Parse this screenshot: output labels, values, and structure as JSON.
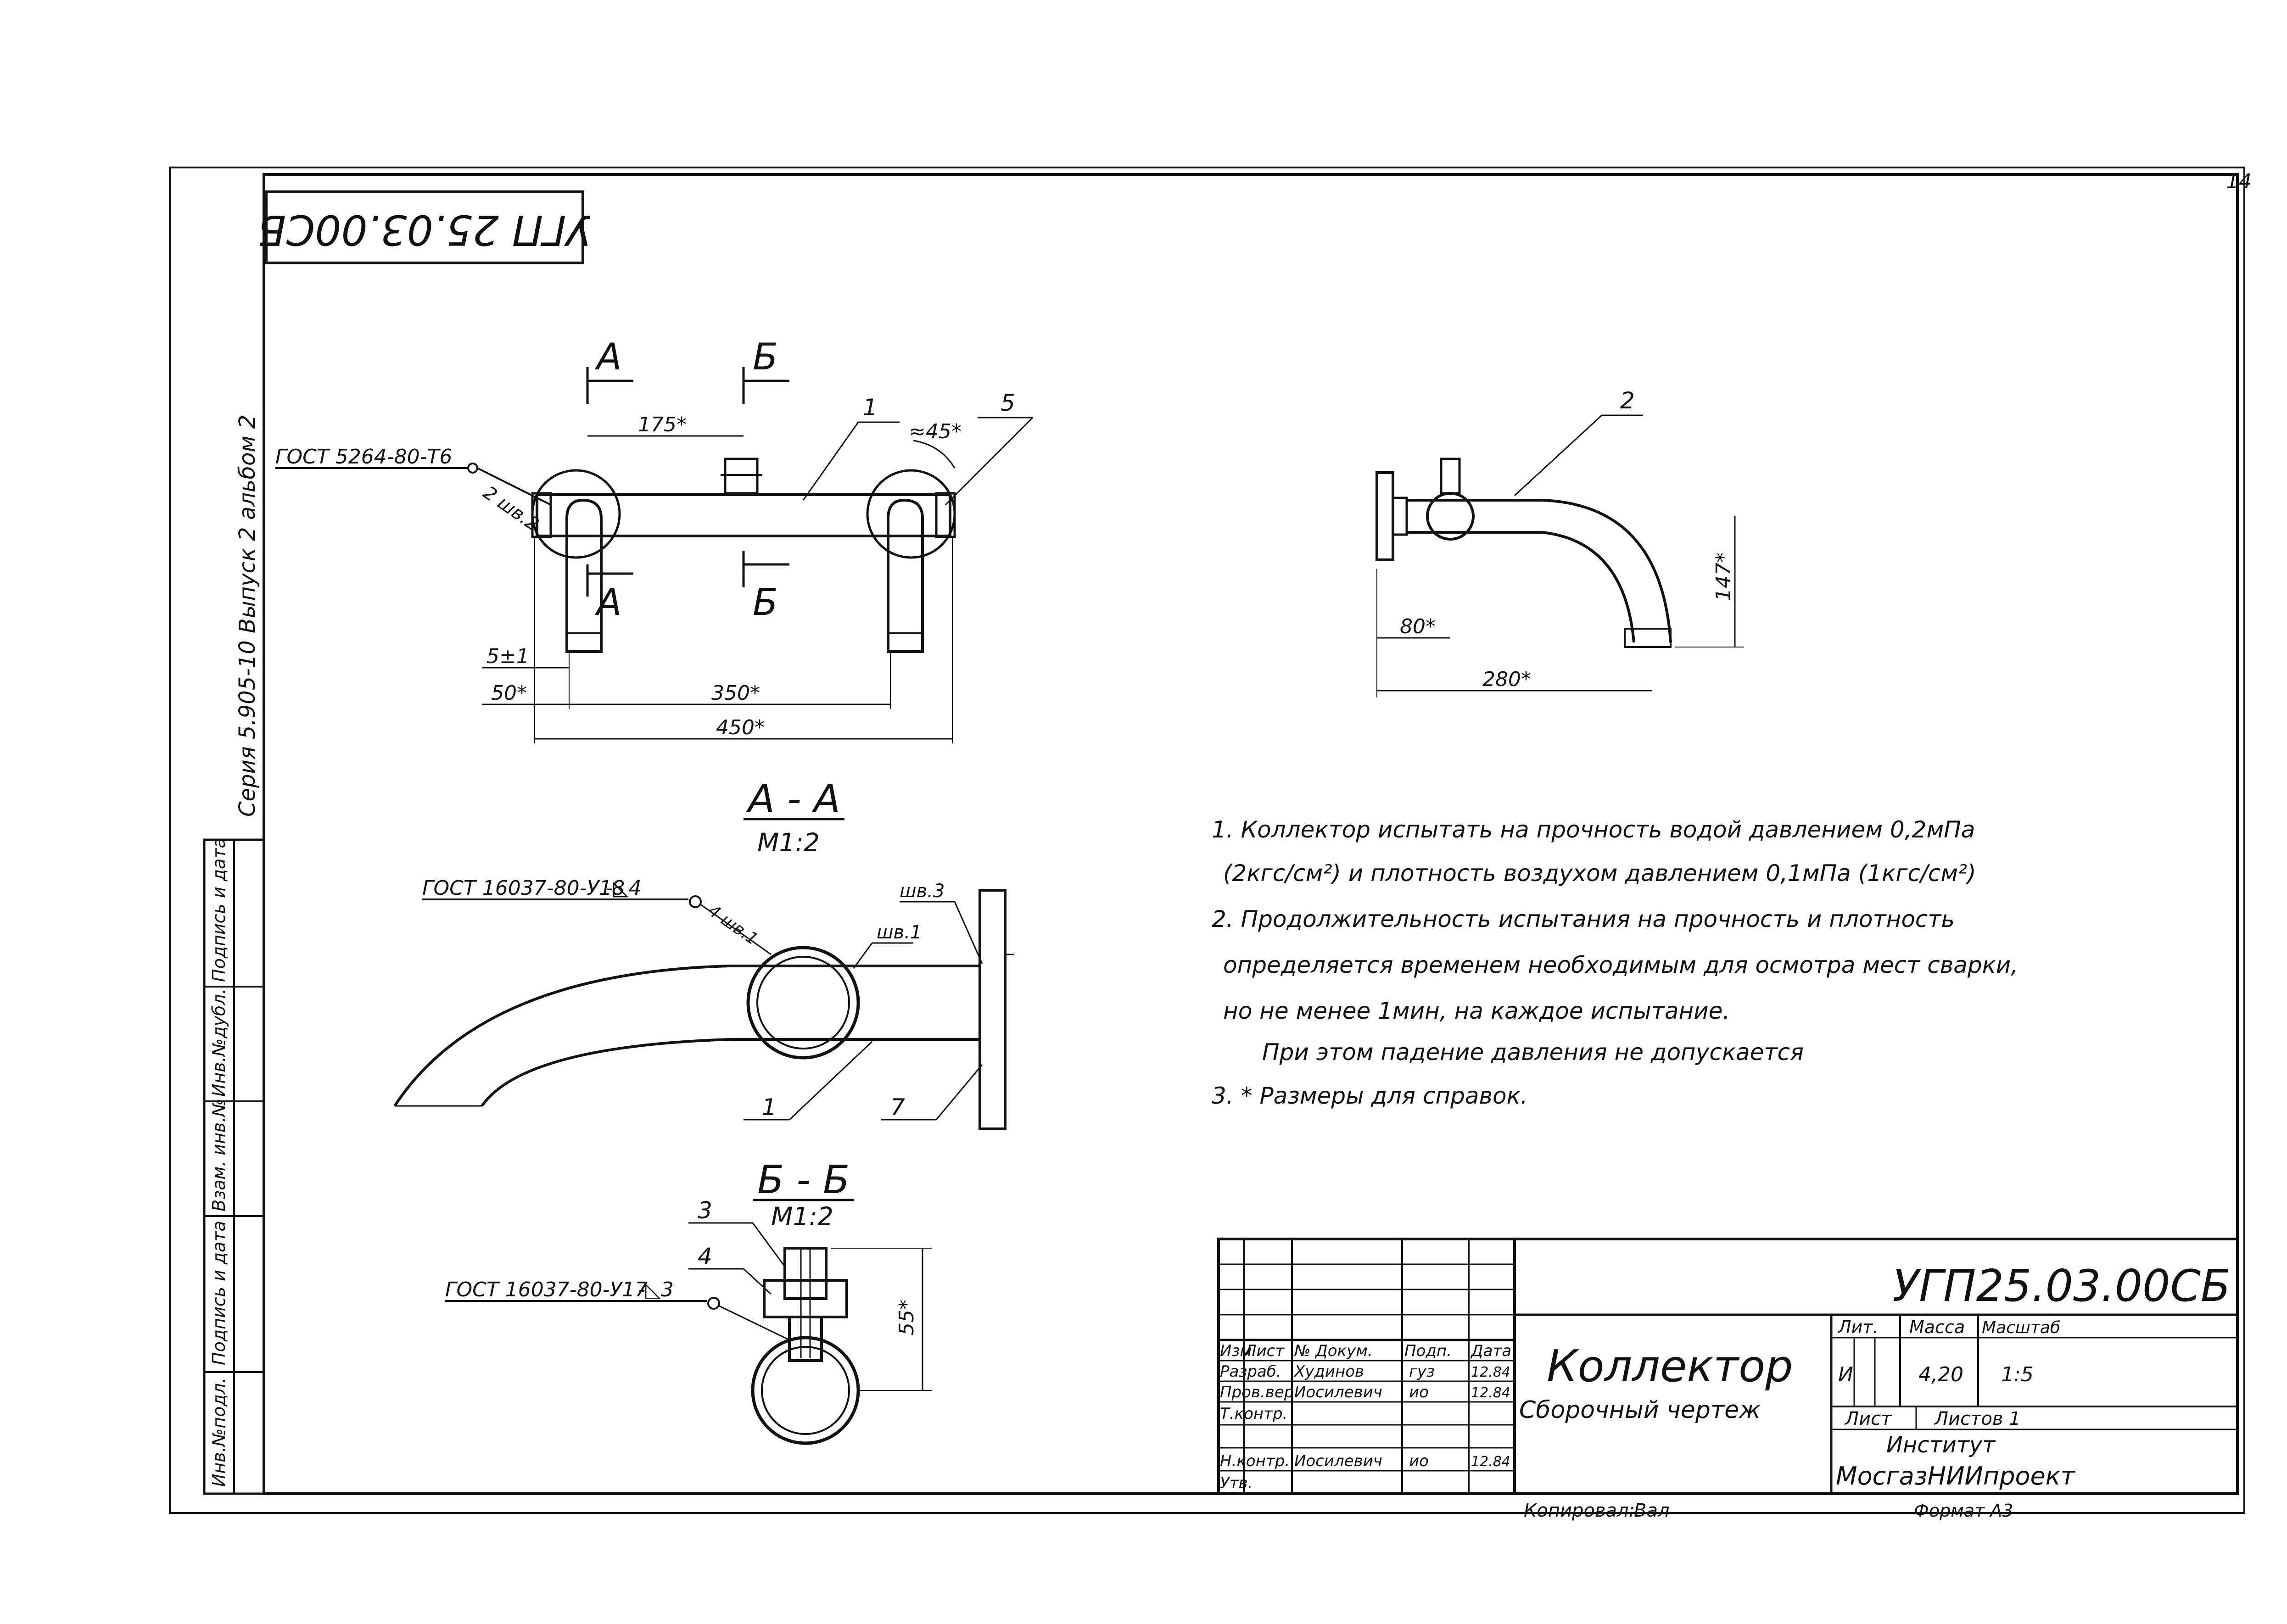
{
  "page_number": "14",
  "rotated_code": "УГП 25.03.00СБ",
  "side_series": "Серия 5.905-10  Выпуск 2 альбом 2",
  "side_columns": [
    "Инв.№подл.",
    "Подпись и дата",
    "Взам. инв.№",
    "Инв.№дубл.",
    "Подпись и дата"
  ],
  "top_view": {
    "section_a": "А",
    "section_b": "Б",
    "weld_note": "ГОСТ 5264-80-Т6",
    "weld_count": "2 шв.2",
    "dim_175": "175*",
    "dim_45": "≈45*",
    "dim_5": "5±1",
    "dim_50": "50*",
    "dim_350": "350*",
    "dim_450": "450*",
    "callout_1": "1",
    "callout_5": "5"
  },
  "side_view": {
    "callout_2": "2",
    "dim_80": "80*",
    "dim_280": "280*",
    "dim_147": "147*"
  },
  "section_aa": {
    "title": "А - А",
    "scale": "М1:2",
    "weld_note": "ГОСТ 16037-80-У18",
    "weld_symbol": "-◺4",
    "weld_count": "4 шв.1",
    "seam_3": "шв.3",
    "seam_1": "шв.1",
    "callout_1": "1",
    "callout_7": "7"
  },
  "section_bb": {
    "title": "Б - Б",
    "scale": "М1:2",
    "weld_note": "ГОСТ 16037-80-У17",
    "weld_symbol": "-◺3",
    "callout_3": "3",
    "callout_4": "4",
    "dim_55": "55*"
  },
  "notes": [
    "1.  Коллектор  испытать на прочность водой давлением 0,2мПа",
    "(2кгс/см²) и плотность воздухом давлением 0,1мПа (1кгс/см²)",
    "2.  Продолжительность испытания на прочность и плотность",
    "определяется временем необходимым для осмотра мест сварки,",
    "но не менее 1мин, на каждое испытание.",
    "При этом  падение давления  не допускается",
    "3.  * Размеры для  справок."
  ],
  "title_block": {
    "doc_code": "УГП25.03.00СБ",
    "name": "Коллектор",
    "subtitle": "Сборочный чертеж",
    "col_izm": "Изм",
    "col_list": "Лист",
    "col_doc": "№ Докум.",
    "col_sign": "Подп.",
    "col_date": "Дата",
    "row_razrab_role": "Разраб.",
    "row_razrab_name": "Худинов",
    "row_razrab_sign": "гуз",
    "row_razrab_date": "12.84",
    "row_prov_role": "Пров.вер.",
    "row_prov_name": "Иосилевич",
    "row_prov_sign": "ио",
    "row_prov_date": "12.84",
    "row_tkontr_role": "Т.контр.",
    "row_nkontr_role": "Н.контр.",
    "row_nkontr_name": "Иосилевич",
    "row_nkontr_sign": "ио",
    "row_nkontr_date": "12.84",
    "row_utv_role": "Утв.",
    "lit_label": "Лит.",
    "mass_label": "Масса",
    "scale_label": "Масштаб",
    "lit_value": "И",
    "mass_value": "4,20",
    "scale_value": "1:5",
    "sheet_label": "Лист",
    "sheets_label": "Листов 1",
    "institute_line1": "Институт",
    "institute_line2": "МосгазНИИпроект",
    "copied": "Копировал:",
    "copied_sign": "Вал",
    "format": "Формат А3"
  }
}
